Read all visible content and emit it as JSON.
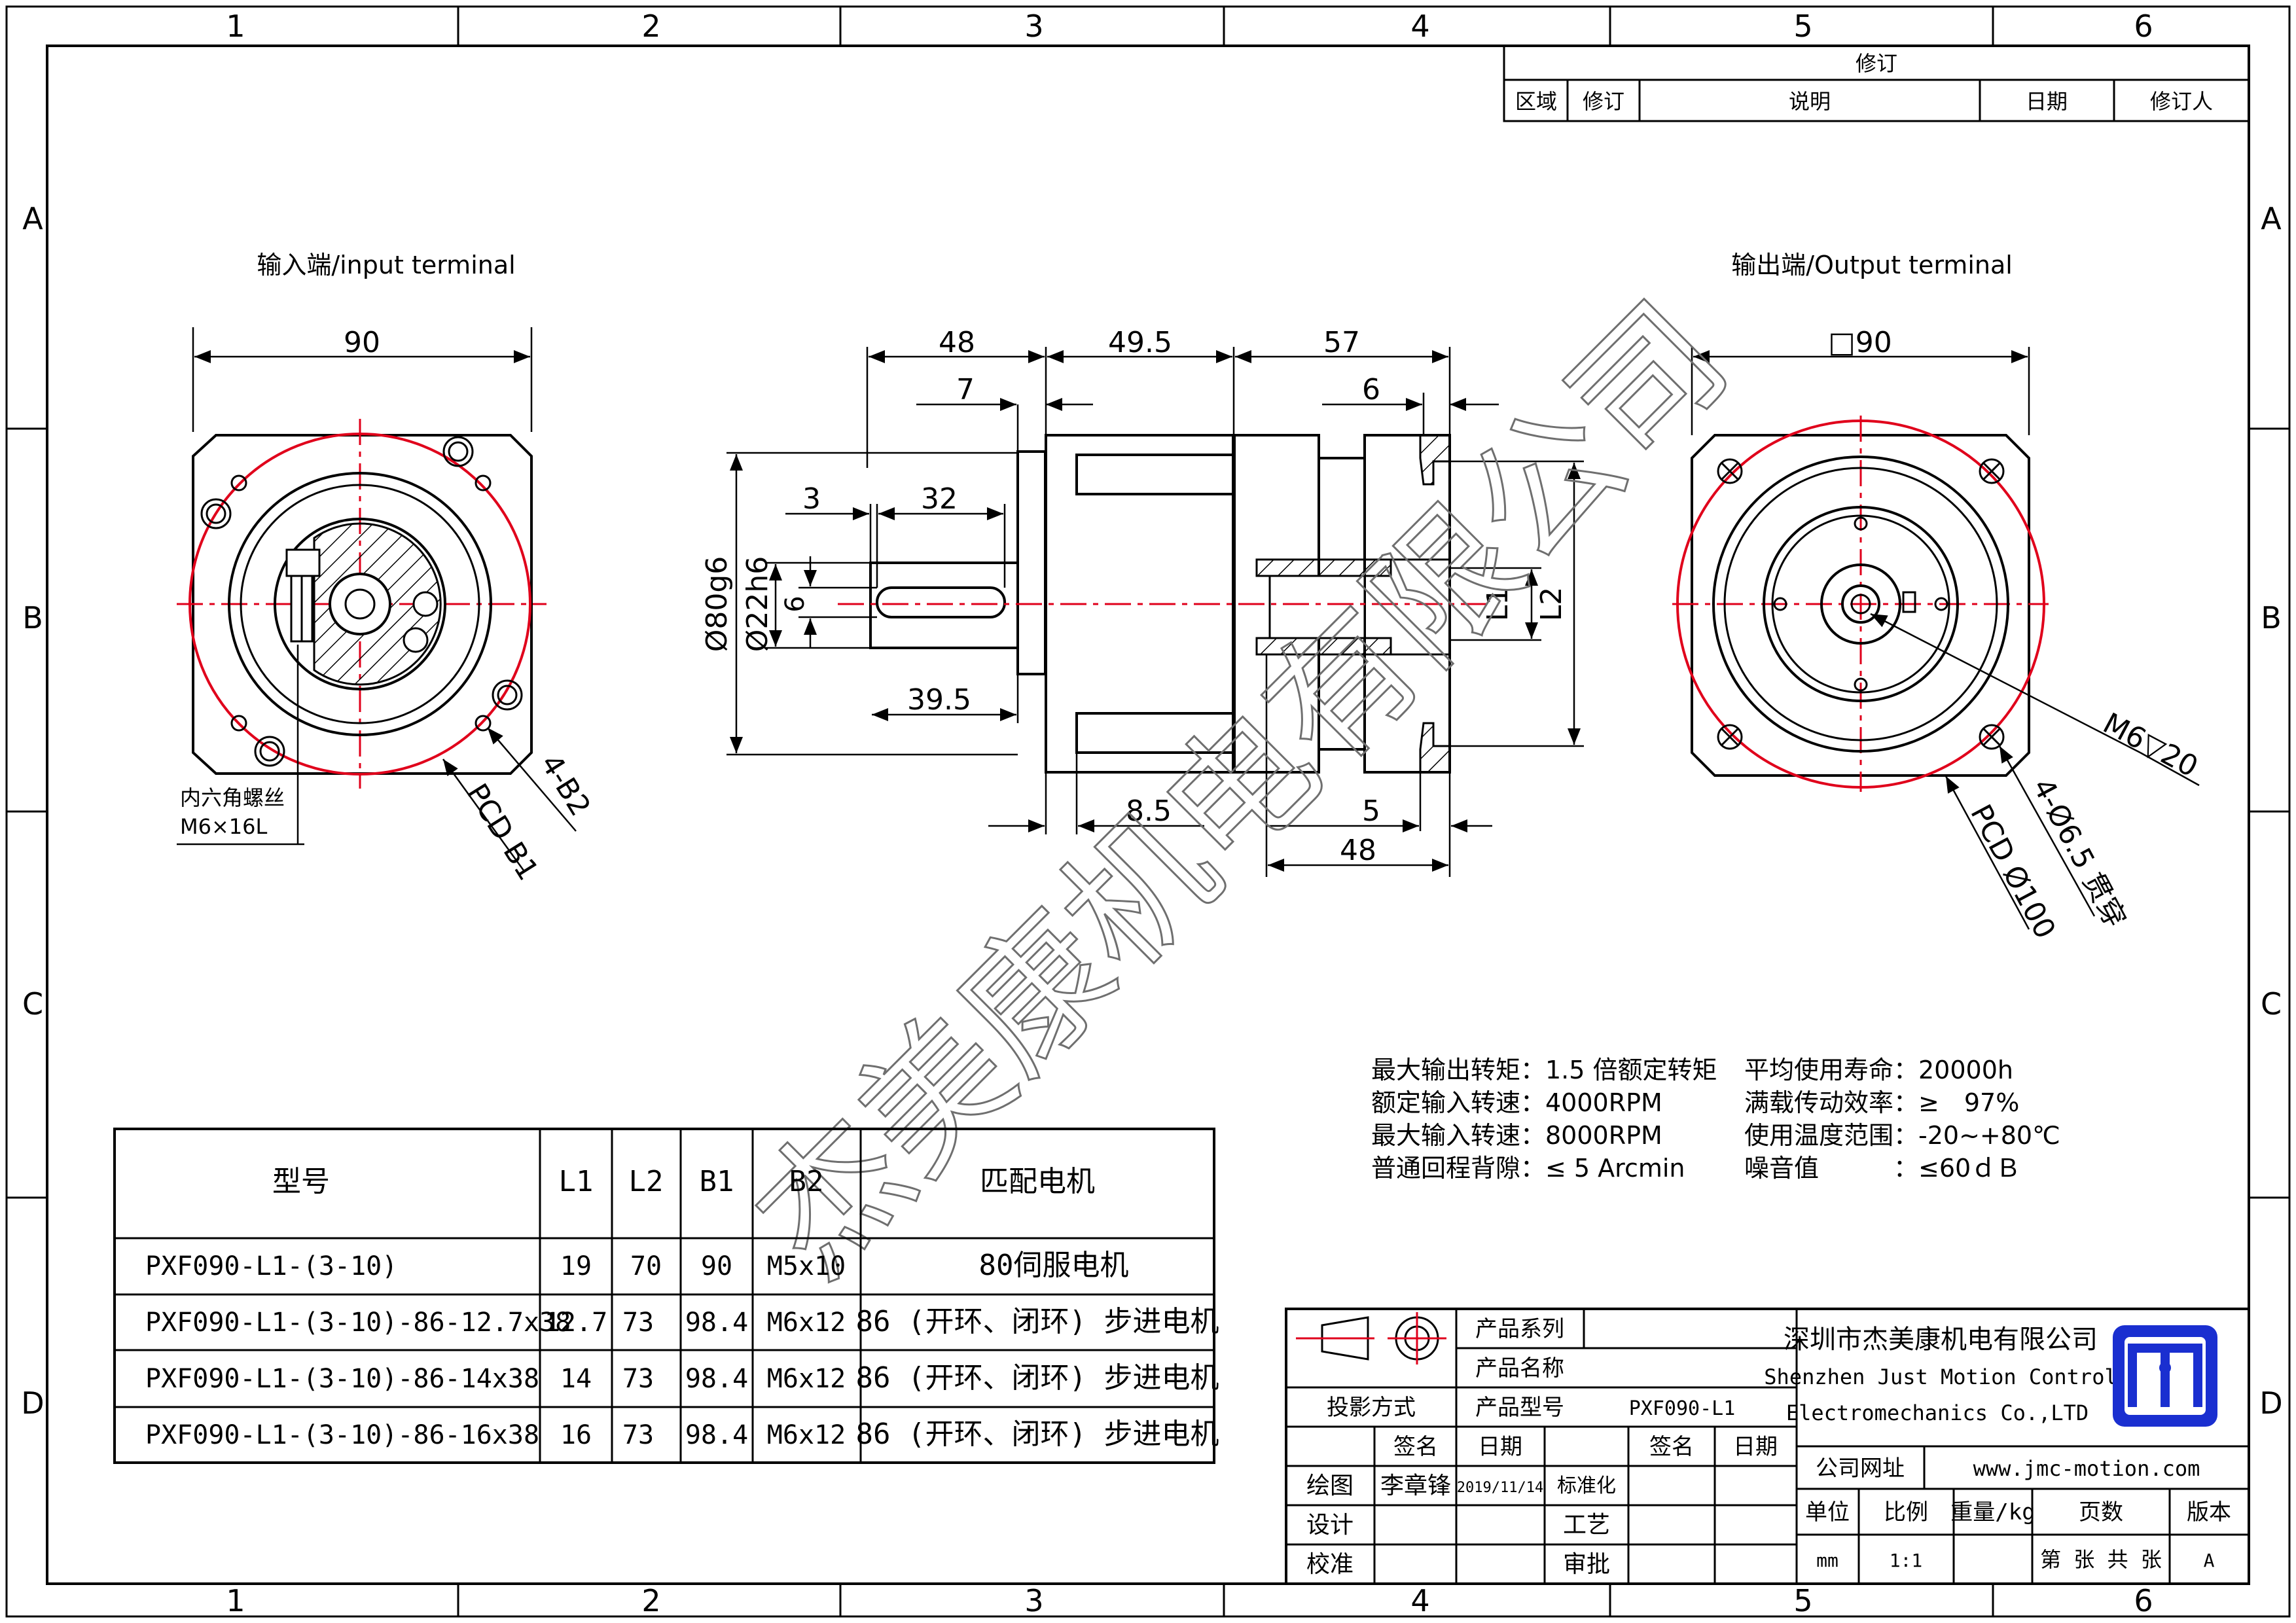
{
  "border": {
    "columns": [
      "1",
      "2",
      "3",
      "4",
      "5",
      "6"
    ],
    "rows": [
      "A",
      "B",
      "C",
      "D"
    ]
  },
  "revision": {
    "title": "修订",
    "headers": [
      "区域",
      "修订",
      "说明",
      "日期",
      "修订人"
    ]
  },
  "views": {
    "input": {
      "title": "输入端/input terminal",
      "width": "90",
      "bolt_note": [
        "内六角螺丝",
        "M6×16L"
      ],
      "pcd": "PCD B1",
      "holes": "4-B2"
    },
    "side": {
      "dims_top": [
        "48",
        "49.5",
        "57"
      ],
      "dims_small": [
        "7",
        "6"
      ],
      "shaft": [
        "3",
        "32"
      ],
      "dia": [
        "Ø80g6",
        "Ø22h6",
        "6"
      ],
      "len_key": "39.5",
      "l_labels": [
        "L1",
        "L2"
      ],
      "dims_bottom": [
        "8.5",
        "5",
        "48"
      ]
    },
    "output": {
      "title": "输出端/Output terminal",
      "square": "□90",
      "thread": "M6▽20",
      "pcd": "PCD Ø100",
      "holes": "4-Ø6.5 贯穿"
    }
  },
  "specs": [
    [
      "最大输出转矩：1.5 倍额定转矩",
      "平均使用寿命：20000h"
    ],
    [
      "额定输入转速：4000RPM",
      "满载传动效率：≥　97%"
    ],
    [
      "最大输入转速：8000RPM",
      "使用温度范围：-20~+80℃"
    ],
    [
      "普通回程背隙：≤ 5 Arcmin",
      "噪音值　　　：≤60ｄＢ"
    ]
  ],
  "model_table": {
    "headers": [
      "型号",
      "L1",
      "L2",
      "B1",
      "B2",
      "匹配电机"
    ],
    "rows": [
      [
        "PXF090-L1-(3-10)",
        "19",
        "70",
        "90",
        "M5x10",
        "80伺服电机"
      ],
      [
        "PXF090-L1-(3-10)-86-12.7x38",
        "12.7",
        "73",
        "98.4",
        "M6x12",
        "86 (开环、闭环) 步进电机"
      ],
      [
        "PXF090-L1-(3-10)-86-14x38",
        "14",
        "73",
        "98.4",
        "M6x12",
        "86 (开环、闭环) 步进电机"
      ],
      [
        "PXF090-L1-(3-10)-86-16x38",
        "16",
        "73",
        "98.4",
        "M6x12",
        "86 (开环、闭环) 步进电机"
      ]
    ]
  },
  "title_block": {
    "projection": "投影方式",
    "product_series": "产品系列",
    "product_name": "产品名称",
    "product_model": "产品型号",
    "model_value": "PXF090-L1",
    "sign": "签名",
    "date": "日期",
    "drawn": "绘图",
    "drawn_by": "李章锋",
    "drawn_date": "2019/11/14",
    "design": "设计",
    "check": "校准",
    "standard": "标准化",
    "process": "工艺",
    "approve": "审批",
    "company_cn": "深圳市杰美康机电有限公司",
    "company_en1": "Shenzhen Just Motion Control",
    "company_en2": "Electromechanics Co.,LTD",
    "website_label": "公司网址",
    "website": "www.jmc-motion.com",
    "unit_label": "单位",
    "scale_label": "比例",
    "weight_label": "重量/kg",
    "pages_label": "页数",
    "version_label": "版本",
    "unit": "mm",
    "scale": "1:1",
    "pages": "第 张 共 张",
    "version": "A"
  },
  "watermark": "杰美康机电有限公司",
  "colors": {
    "centerline": "#e0001b",
    "logo": "#1a2fd0",
    "watermark": "#6f6f6f"
  }
}
